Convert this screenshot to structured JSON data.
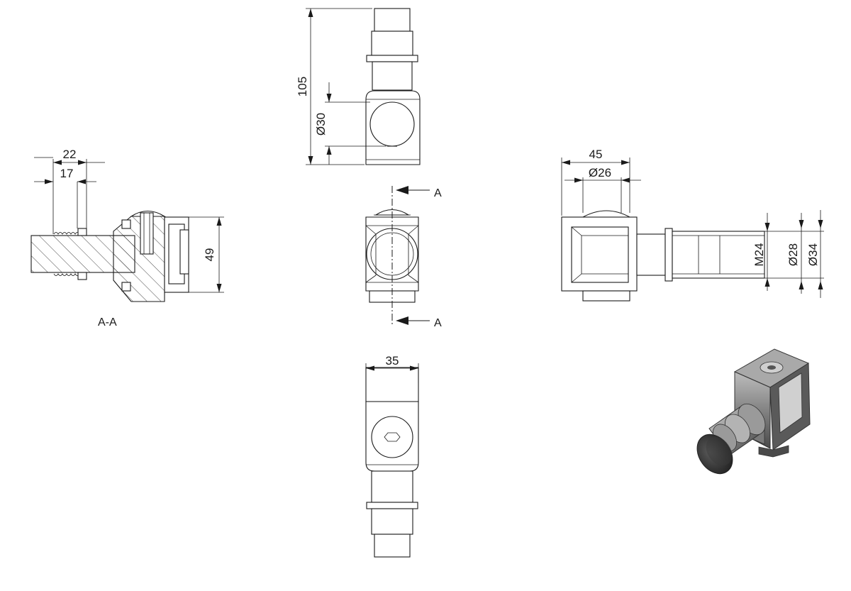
{
  "dimensions": {
    "front_height": "105",
    "front_dia": "Ø30",
    "section_width_outer": "22",
    "section_width_inner": "17",
    "section_height": "49",
    "side_width": "45",
    "side_dia": "Ø26",
    "thread": "M24",
    "dia_inner": "Ø28",
    "dia_outer": "Ø34",
    "bottom_width": "35"
  },
  "labels": {
    "section_name": "A-A",
    "cut_top": "A",
    "cut_bottom": "A"
  }
}
